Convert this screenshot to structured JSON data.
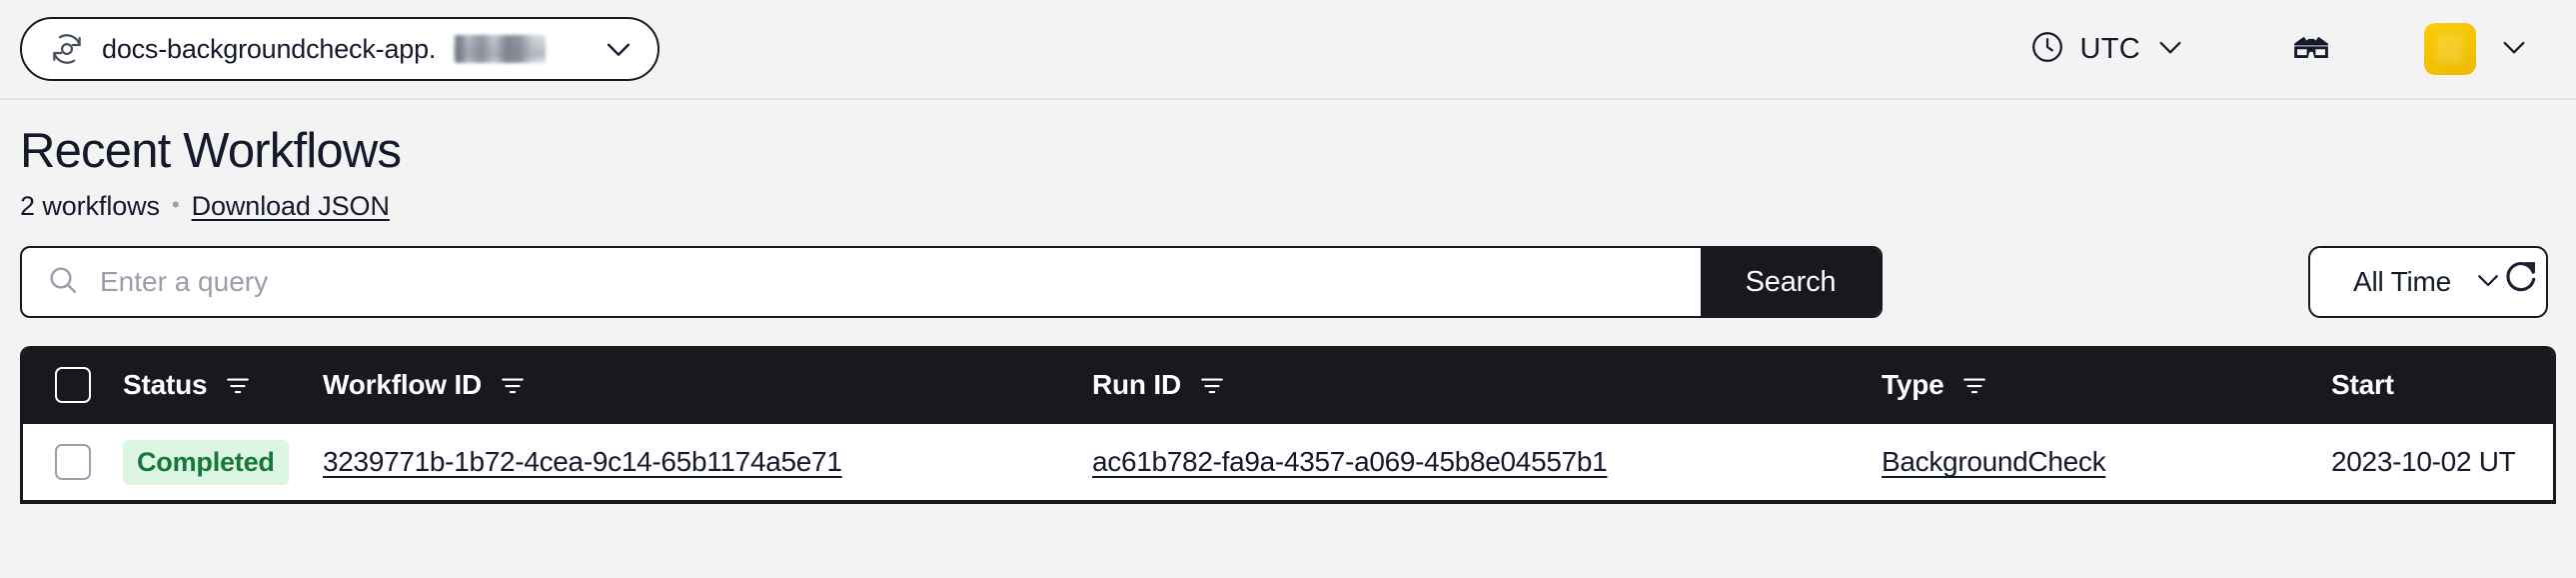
{
  "topbar": {
    "namespace_icon": "temporal-logo-icon",
    "namespace_label": "docs-backgroundcheck-app.",
    "namespace_redacted": true,
    "namespace_caret_icon": "chevron-down-icon",
    "timezone_icon": "clock-icon",
    "timezone_label": "UTC",
    "timezone_caret_icon": "chevron-down-icon",
    "glasses_icon": "3d-glasses-icon",
    "avatar_icon": "user-avatar",
    "avatar_color": "#f5c400",
    "user_caret_icon": "chevron-down-icon"
  },
  "page": {
    "title": "Recent Workflows",
    "count_label": "2 workflows",
    "separator": "•",
    "download_link": "Download JSON",
    "refresh_icon": "refresh-icon"
  },
  "search": {
    "icon": "search-icon",
    "placeholder": "Enter a query",
    "value": "",
    "button_label": "Search",
    "time_filter_label": "All Time",
    "time_filter_caret": "chevron-down-icon"
  },
  "table": {
    "header_bg": "#18181f",
    "columns": [
      {
        "key": "status",
        "label": "Status",
        "filterable": true
      },
      {
        "key": "wfid",
        "label": "Workflow ID",
        "filterable": true
      },
      {
        "key": "runid",
        "label": "Run ID",
        "filterable": true
      },
      {
        "key": "type",
        "label": "Type",
        "filterable": true
      },
      {
        "key": "start",
        "label": "Start",
        "filterable": false
      }
    ],
    "rows": [
      {
        "selected": false,
        "status": "Completed",
        "status_fg": "#15783c",
        "status_bg": "#dcf6e3",
        "workflow_id": "3239771b-1b72-4cea-9c14-65b1174a5e71",
        "run_id": "ac61b782-fa9a-4357-a069-45b8e04557b1",
        "type": "BackgroundCheck",
        "start": "2023-10-02 UT"
      }
    ]
  }
}
